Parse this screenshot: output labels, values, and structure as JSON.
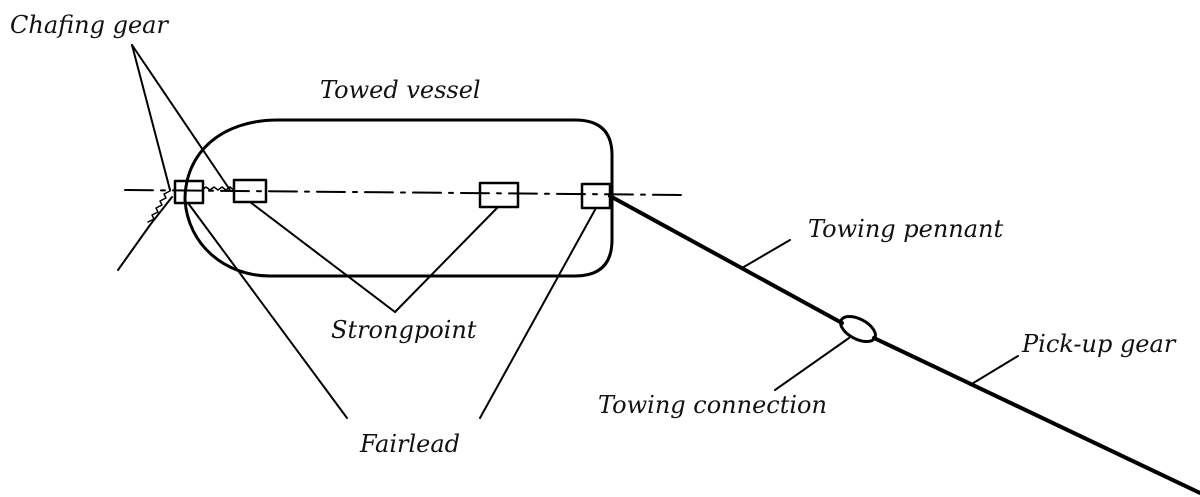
{
  "labels": {
    "chafing_gear": "Chafing gear",
    "towed_vessel": "Towed vessel",
    "towing_pennant": "Towing pennant",
    "strongpoint": "Strongpoint",
    "pick_up_gear": "Pick-up gear",
    "towing_connection": "Towing connection",
    "fairlead": "Fairlead"
  }
}
